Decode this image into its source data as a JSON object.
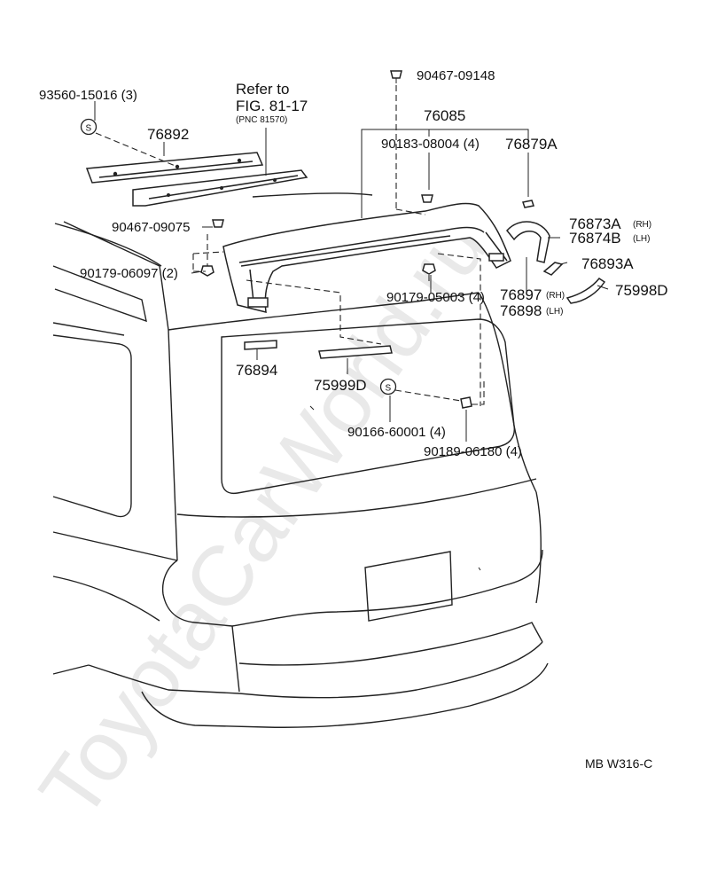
{
  "watermark": "ToyotaCarWorld.ru",
  "diagram_code": "MB  W316-C",
  "reference": {
    "line1": "Refer to",
    "line2": "FIG. 81-17",
    "line3": "(PNC 81570)"
  },
  "labels": {
    "p93560": "93560-15016 (3)",
    "p76892": "76892",
    "p90467_09148": "90467-09148",
    "p76085": "76085",
    "p90183": "90183-08004 (4)",
    "p76879A": "76879A",
    "p90467_09075": "90467-09075",
    "p76873A": "76873A",
    "p76873A_side": "(RH)",
    "p76874B": "76874B",
    "p76874B_side": "(LH)",
    "p90179_06097": "90179-06097 (2)",
    "p76893A": "76893A",
    "p90179_05003": "90179-05003 (4)",
    "p76897": "76897",
    "p76897_side": "(RH)",
    "p75998D": "75998D",
    "p76898": "76898",
    "p76898_side": "(LH)",
    "p76894": "76894",
    "p75999D": "75999D",
    "p90166": "90166-60001 (4)",
    "p90189": "90189-06180 (4)",
    "s_symbol": "S"
  }
}
